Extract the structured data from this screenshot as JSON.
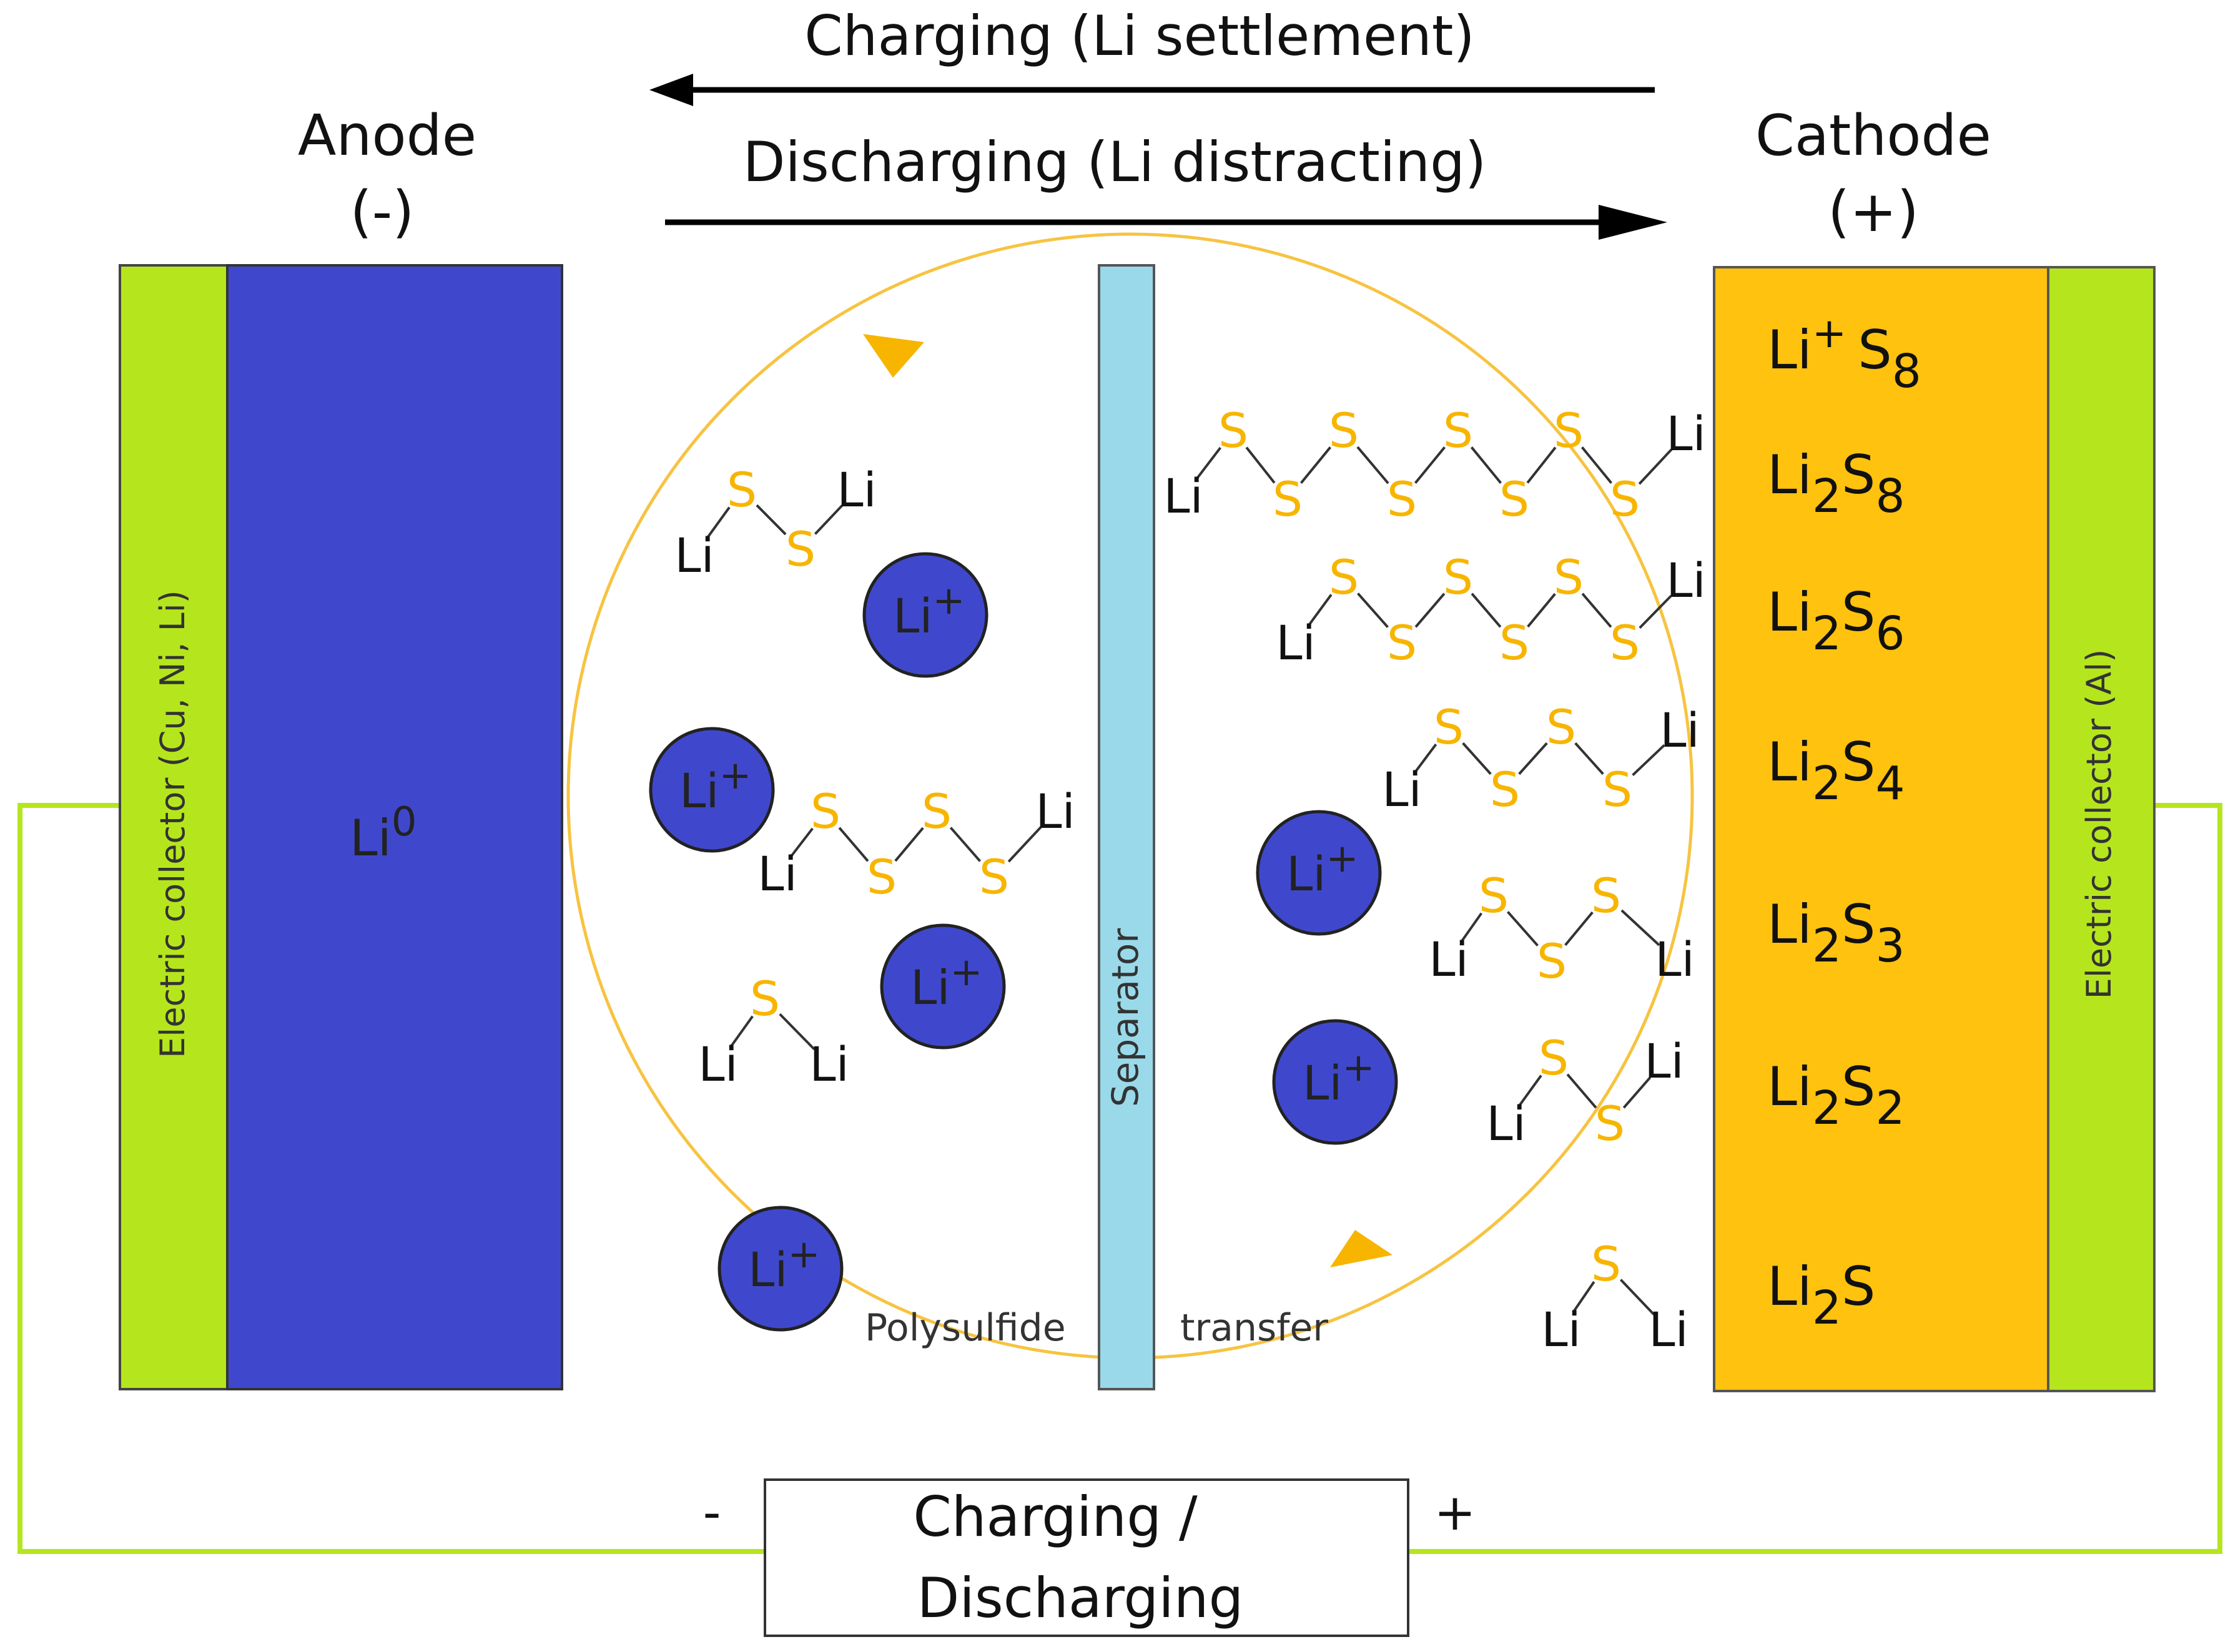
{
  "arrows": {
    "charging": "Charging (Li settlement)",
    "discharging": "Discharging (Li  distracting)"
  },
  "anode": {
    "title": "Anode",
    "sign": "(-)",
    "collector": "Electric collector (Cu, Ni, Li)",
    "material_base": "Li",
    "material_sup": "0"
  },
  "cathode": {
    "title": "Cathode",
    "sign": "(+)",
    "collector": "Electric collector (Al)",
    "species": [
      {
        "pre": "Li",
        "presup": "+",
        "base": "S",
        "sub": "8"
      },
      {
        "pre": "",
        "presup": "",
        "base": "Li",
        "sub": "2",
        "post": "S",
        "postsub": "8"
      },
      {
        "pre": "",
        "presup": "",
        "base": "Li",
        "sub": "2",
        "post": "S",
        "postsub": "6"
      },
      {
        "pre": "",
        "presup": "",
        "base": "Li",
        "sub": "2",
        "post": "S",
        "postsub": "4"
      },
      {
        "pre": "",
        "presup": "",
        "base": "Li",
        "sub": "2",
        "post": "S",
        "postsub": "3"
      },
      {
        "pre": "",
        "presup": "",
        "base": "Li",
        "sub": "2",
        "post": "S",
        "postsub": "2"
      },
      {
        "pre": "",
        "presup": "",
        "base": "Li",
        "sub": "2",
        "post": "S",
        "postsub": ""
      }
    ]
  },
  "separator": "Separator",
  "polysulfide": "Polysulfide",
  "transfer": "transfer",
  "ion": {
    "base": "Li",
    "sup": "+"
  },
  "atoms": {
    "li": "Li",
    "s": "S"
  },
  "circuit": {
    "box_line1": "Charging /",
    "box_line2": "Discharging",
    "minus": "-",
    "plus": "+"
  },
  "colors": {
    "collector": "#b5e61d",
    "anode": "#3f48cc",
    "cathode": "#ffc20e",
    "separator": "#99d9ea",
    "sulfur": "#f7b500",
    "wire": "#b5e61d",
    "ion": "#3f48cc",
    "cycle": "#f7c340"
  }
}
